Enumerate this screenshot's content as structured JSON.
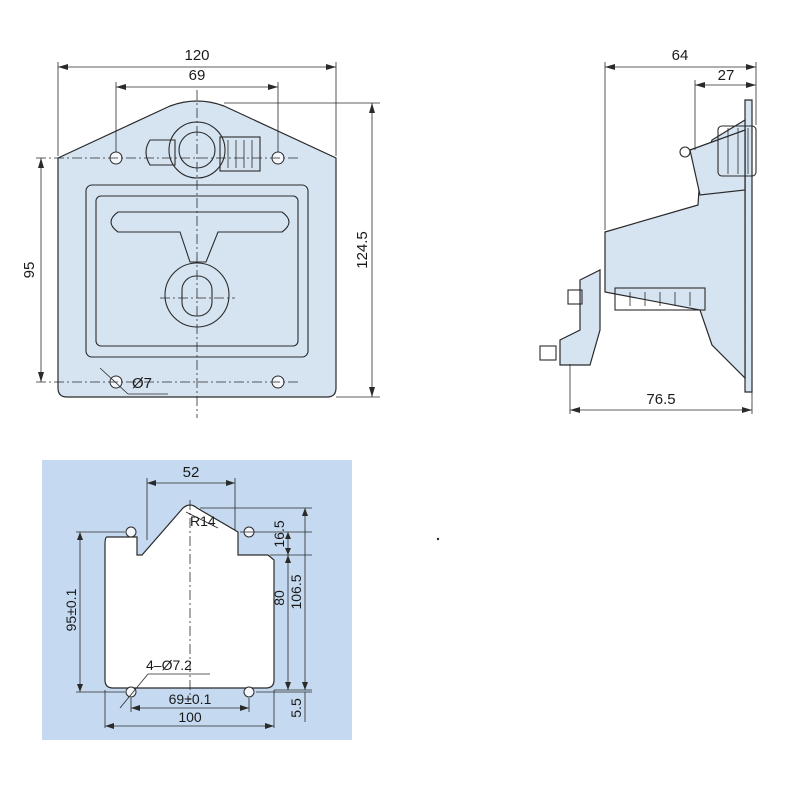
{
  "front_view": {
    "width": "120",
    "hole_spacing": "69",
    "vertical_holes": "95",
    "height": "124.5",
    "hole_dia": "Ø7"
  },
  "side_view": {
    "depth_top": "64",
    "depth_small": "27",
    "depth_total": "76.5"
  },
  "cutout": {
    "top_width": "52",
    "radius": "R14",
    "top_offset": "16.5",
    "left_height": "95±0.1",
    "inner_height": "80",
    "total_height": "106.5",
    "hole_label": "4–Ø7.2",
    "hole_spacing": "69±0.1",
    "width": "100",
    "bottom_offset": "5.5",
    "panel_color": "#c5d9f0"
  }
}
